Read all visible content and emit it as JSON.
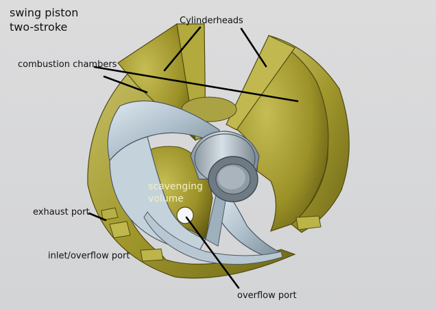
{
  "title": {
    "line1": "swing piston",
    "line2": "two-stroke"
  },
  "labels": {
    "cylinderheads": "Cylinderheads",
    "combustion_chambers": "combustion chambers",
    "scavenging_line1": "scavenging",
    "scavenging_line2": "volume",
    "exhaust_port": "exhaust port",
    "inlet_overflow_port": "inlet/overflow port",
    "overflow_port": "overflow port"
  },
  "colors": {
    "background": "#d7d8d9",
    "housing": "#a39a2e",
    "housing_light": "#c7c06a",
    "housing_dark": "#5e5814",
    "piston": "#aebfcc",
    "piston_light": "#dbe6ee",
    "piston_dark": "#6e7f8c",
    "leader_line": "#000000"
  }
}
